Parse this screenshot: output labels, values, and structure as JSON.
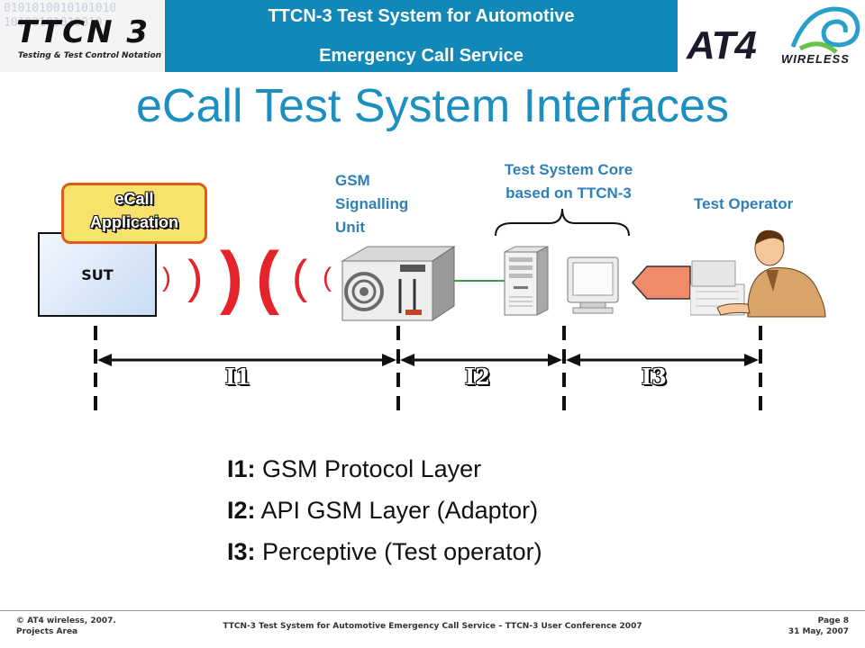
{
  "header": {
    "left_logo": {
      "wordmark": "TTCN 3",
      "binary_pattern": [
        "0101010010101010",
        "10100101010010"
      ],
      "tagline": "Testing & Test Control Notation"
    },
    "title_line1": "TTCN-3 Test System for Automotive",
    "title_line2": "Emergency Call Service",
    "right_logo": {
      "wordmark": "AT4",
      "suffix": "WIRELESS"
    },
    "colors": {
      "title_bar": "#1188b8",
      "title_text": "#ffffff"
    }
  },
  "slide_title": "eCall Test System Interfaces",
  "diagram": {
    "ecall_label": [
      "eCall",
      "Application"
    ],
    "sut_label": "SUT",
    "gsm_unit_label": [
      "GSM",
      "Signalling",
      "Unit"
    ],
    "core_label": [
      "Test System Core",
      "based on TTCN-3"
    ],
    "operator_label": "Test Operator",
    "interfaces": [
      "I1",
      "I2",
      "I3"
    ],
    "radio_waves": {
      "left": [
        ")",
        ")",
        ")"
      ],
      "right": [
        "(",
        "(",
        "("
      ],
      "color": "#e4232b"
    },
    "icons": [
      "signalling-unit-icon",
      "pc-tower-icon",
      "crt-monitor-icon",
      "keyboard-arrow-icon",
      "operator-person-icon"
    ],
    "colors": {
      "labels": "#2e7fb8",
      "ecall_fill": "#f7e26b",
      "ecall_border": "#e25a18",
      "link": "#3a9e4a",
      "arrow": "#ef8a6a"
    }
  },
  "definitions": [
    {
      "key": "I1:",
      "text": "GSM Protocol Layer"
    },
    {
      "key": "I2:",
      "text": "API GSM Layer (Adaptor)"
    },
    {
      "key": "I3:",
      "text": "Perceptive (Test operator)"
    }
  ],
  "footer": {
    "left_line1": "© AT4 wireless, 2007.",
    "left_line2": "Projects Area",
    "center": "TTCN-3 Test System for Automotive Emergency Call Service – TTCN-3 User Conference 2007",
    "page": "Page 8",
    "date": "31 May, 2007"
  }
}
